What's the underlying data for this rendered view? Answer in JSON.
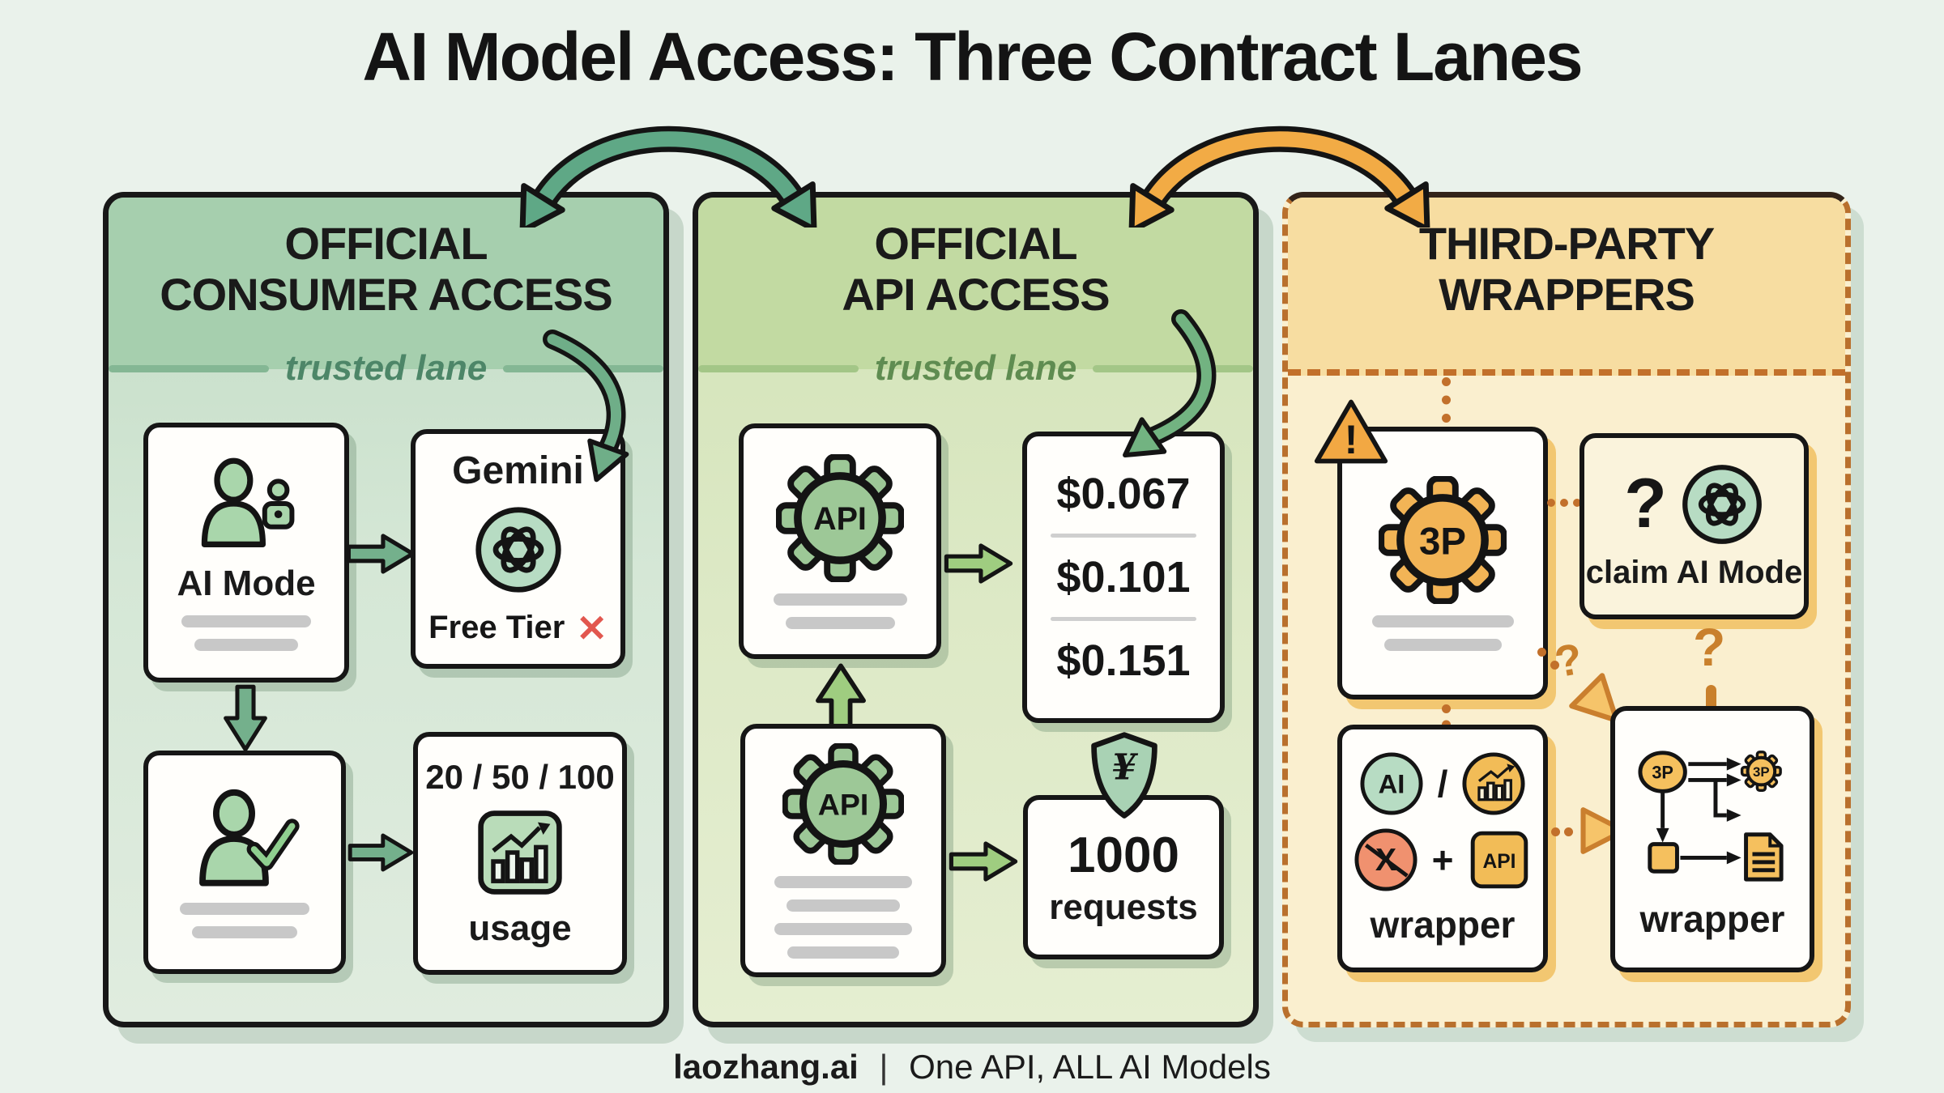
{
  "title": "AI Model Access: Three Contract Lanes",
  "footer": {
    "brand": "laozhang.ai",
    "separator": "|",
    "tagline": "One API, ALL AI Models"
  },
  "panels": {
    "consumer": {
      "title_line1": "OFFICIAL",
      "title_line2": "CONSUMER ACCESS",
      "subtitle": "trusted lane",
      "ai_mode_card": {
        "label": "AI Mode"
      },
      "gemini_card": {
        "title": "Gemini",
        "status": "Free Tier",
        "status_mark": "✕"
      },
      "usage_card": {
        "quota": "20 / 50 / 100",
        "label": "usage"
      }
    },
    "api": {
      "title_line1": "OFFICIAL",
      "title_line2": "API ACCESS",
      "subtitle": "trusted lane",
      "gear_label_top": "API",
      "gear_label_bottom": "API",
      "pricing_card": {
        "prices": [
          "$0.067",
          "$0.101",
          "$0.151"
        ]
      },
      "requests_card": {
        "count": "1000",
        "label": "requests",
        "shield_glyph": "¥"
      }
    },
    "wrappers": {
      "title_line1": "THIRD-PARTY",
      "title_line2": "WRAPPERS",
      "third_party_card": {
        "gear_label": "3P",
        "warning_mark": "!"
      },
      "claim_card": {
        "question_mark": "?",
        "label": "claim AI Mode"
      },
      "wrapper_left_card": {
        "ai_badge": "AI",
        "slash": "/",
        "x_mark": "X",
        "plus": "+",
        "api_badge": "API",
        "label": "wrapper"
      },
      "wrapper_right_card": {
        "source_node": "3P",
        "gear_node": "3P",
        "label": "wrapper"
      },
      "question_marks": {
        "mid": "?",
        "right": "?"
      }
    }
  },
  "colors": {
    "background": "#eaf2eb",
    "lane_green_dark": "#5fa886",
    "lane_green_light": "#9fcd80",
    "lane_orange": "#f2ab45",
    "dashed_orange": "#c2702b",
    "error_red": "#e2574f",
    "panel_consumer_header": "#a6cfae",
    "panel_api_header": "#c2daa2",
    "panel_wrappers_header": "#f7dda1"
  }
}
